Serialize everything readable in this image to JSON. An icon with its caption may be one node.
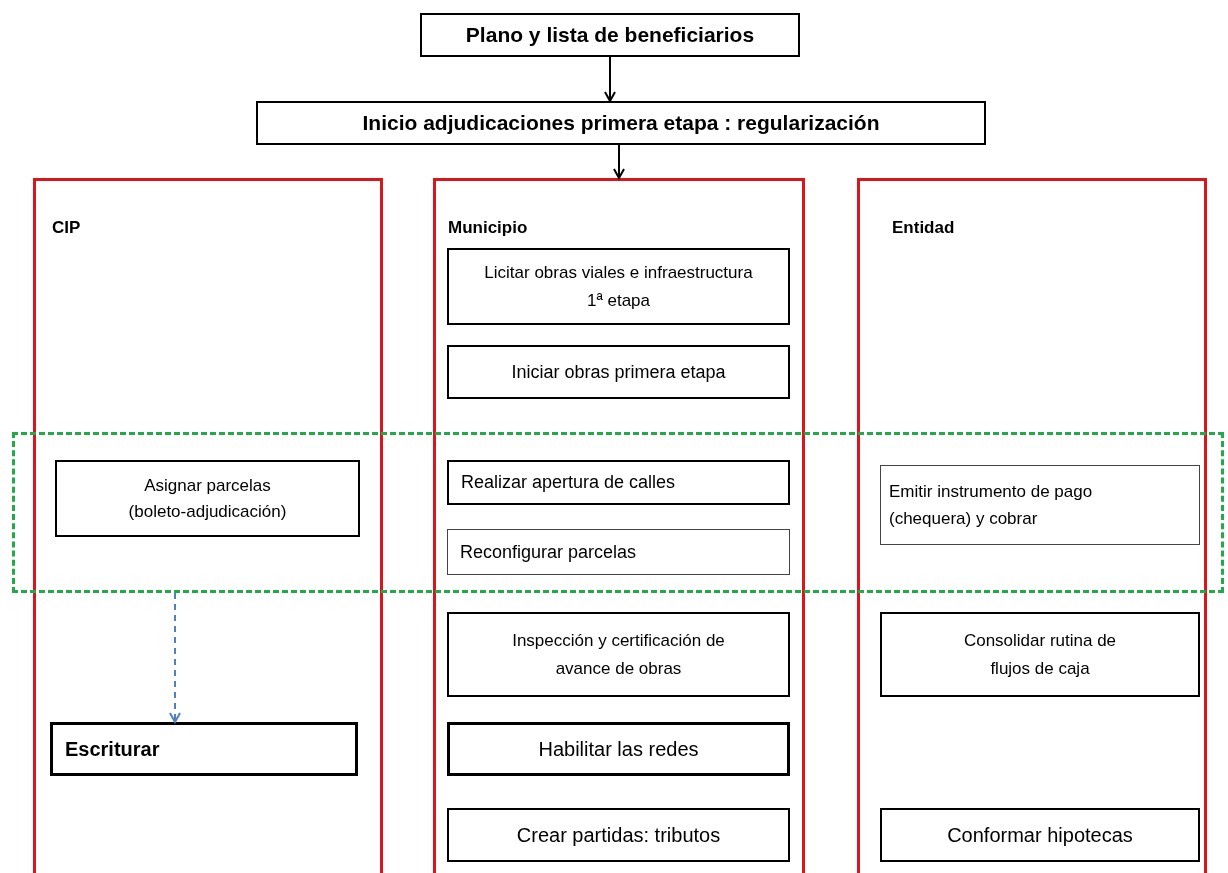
{
  "diagram": {
    "nodes": [
      {
        "text": [
          "Plano y lista de beneficiarios"
        ]
      },
      {
        "text": [
          "Inicio adjudicaciones primera etapa : regularización"
        ]
      },
      {
        "text": [
          "CIP"
        ]
      },
      {
        "text": [
          "Municipio"
        ]
      },
      {
        "text": [
          "Entidad"
        ]
      },
      {
        "text": [
          "Licitar obras viales e infraestructura 1ª etapa"
        ],
        "in": 3
      },
      {
        "text": [
          "Iniciar obras primera etapa"
        ],
        "in": 3
      },
      {
        "text": [],
        "shape": "box"
      },
      {
        "text": [
          "Asignar parcelas (boleto-adjudicación)"
        ]
      },
      {
        "text": [
          "Realizar apertura de calles"
        ]
      },
      {
        "text": [
          "Reconfigurar parcelas"
        ]
      },
      {
        "text": [
          "Emitir instrumento de pago (chequera) y cobrar"
        ]
      },
      {
        "text": [
          "Inspección y certificación de avance de obras"
        ],
        "in": 3
      },
      {
        "text": [
          "Consolidar rutina de flujos de caja"
        ],
        "in": 4
      },
      {
        "text": [
          "Escriturar"
        ],
        "in": 2
      },
      {
        "text": [
          "Habilitar las redes"
        ],
        "in": 3
      },
      {
        "text": [
          "Crear partidas: tributos"
        ],
        "in": 3
      },
      {
        "text": [
          "Conformar hipotecas"
        ],
        "in": 4
      }
    ],
    "edges": [
      {
        "from": 0,
        "to": 1,
        "arrow": "to"
      },
      {
        "from": 1,
        "to": 3,
        "arrow": "to"
      },
      {
        "from": 7,
        "to": 14,
        "arrow": "to",
        "style": "dashed",
        "color": "#4f81bd"
      }
    ]
  }
}
